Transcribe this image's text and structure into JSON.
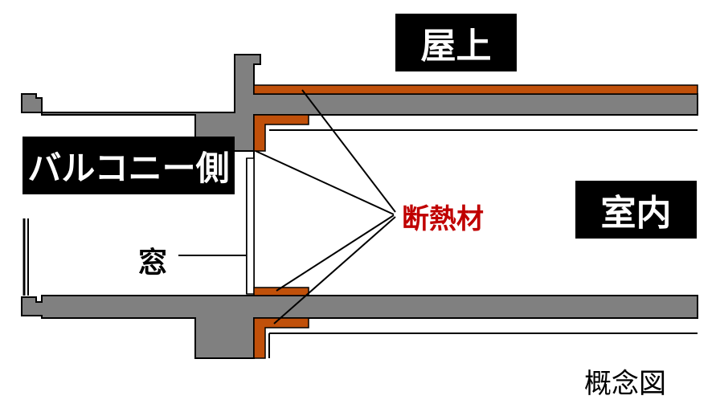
{
  "labels": {
    "rooftop": "屋上",
    "balcony_side": "バルコニー側",
    "indoor": "室内",
    "window": "窓",
    "insulation": "断熱材",
    "caption": "概念図"
  },
  "colors": {
    "concrete": "#808080",
    "insulation": "#c0500a",
    "insulation_label": "#c00000",
    "label_box": "#000000",
    "label_box_text": "#ffffff",
    "line": "#000000"
  }
}
